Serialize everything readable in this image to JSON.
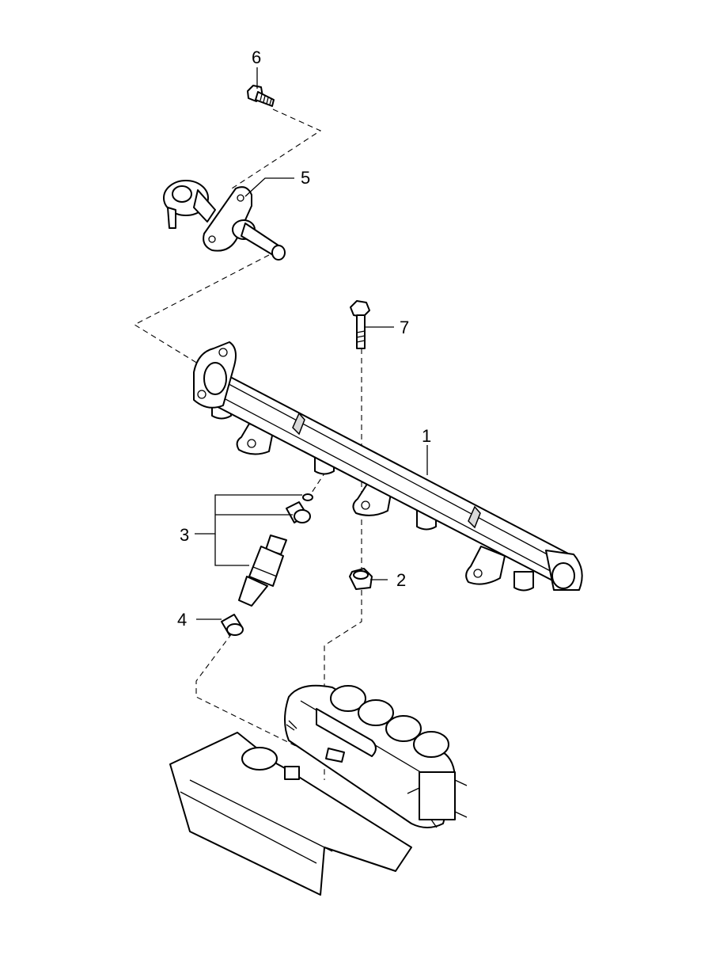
{
  "callouts": [
    {
      "id": "1",
      "text": "1",
      "part": "fuel-rail"
    },
    {
      "id": "2",
      "text": "2",
      "part": "mounting-nut"
    },
    {
      "id": "3",
      "text": "3",
      "part": "fuel-injector-assembly"
    },
    {
      "id": "4",
      "text": "4",
      "part": "injector-seal"
    },
    {
      "id": "5",
      "text": "5",
      "part": "fuel-pressure-regulator"
    },
    {
      "id": "6",
      "text": "6",
      "part": "regulator-bolt"
    },
    {
      "id": "7",
      "text": "7",
      "part": "rail-mounting-stud"
    }
  ],
  "colors": {
    "line": "#000000",
    "background": "#ffffff",
    "shade": "#d9d9d9"
  }
}
